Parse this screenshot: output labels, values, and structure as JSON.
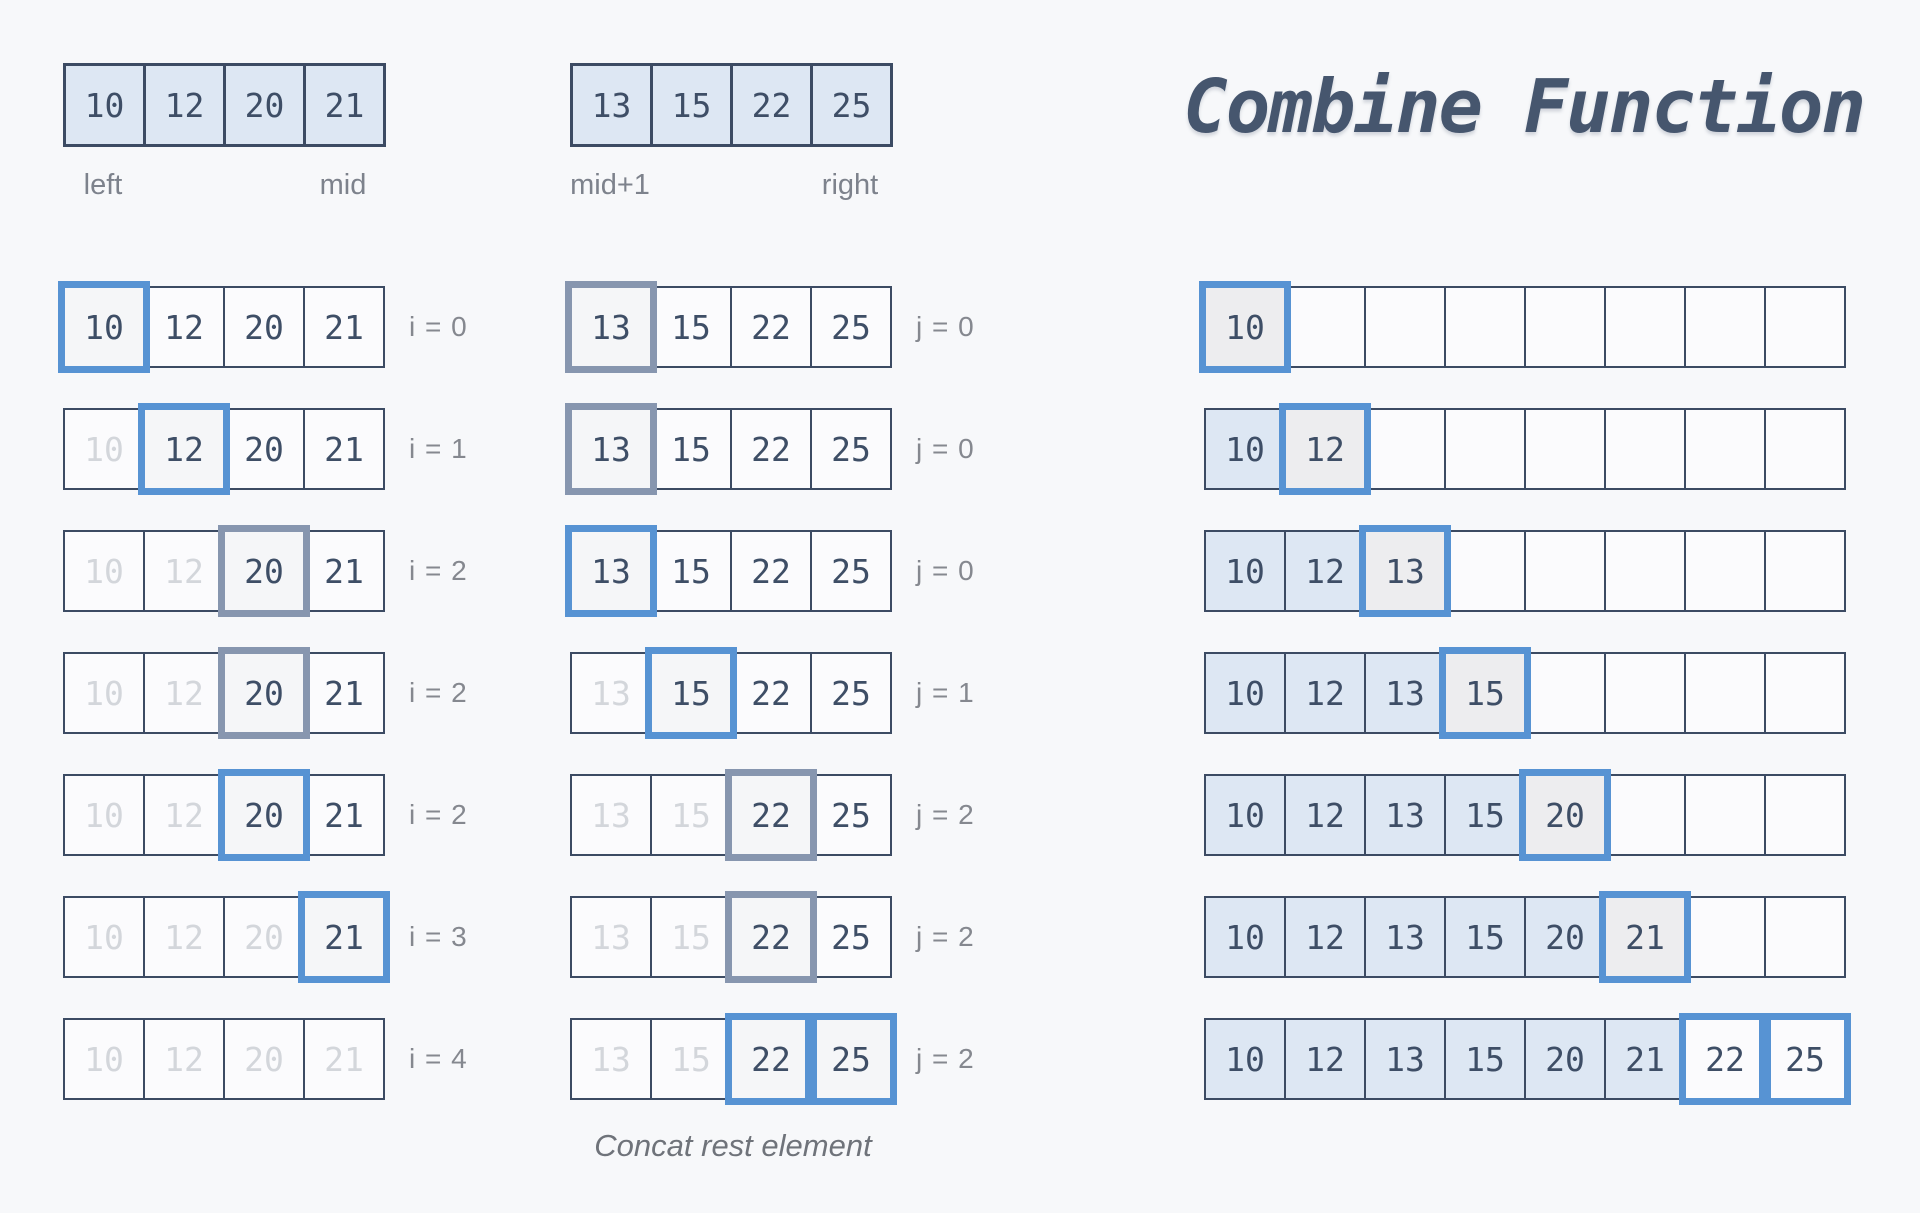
{
  "title": "Combine Function",
  "caption": "Concat rest element",
  "colors": {
    "background": "#f7f8fa",
    "cell_border": "#3c4b63",
    "cell_fill": "#fbfbfd",
    "header_fill": "#dde7f3",
    "number_ink": "#3e4e66",
    "faded_ink": "#d3d6db",
    "label_gray": "#85888f",
    "highlight_blue": "#5793d3",
    "highlight_gray": "#8796af",
    "highlight_fill_source": "#f5f6f8",
    "highlight_fill_taken": "#ededef",
    "highlight_fill_pair": "#fbfbfd",
    "title_ink": "#46566e"
  },
  "headers": {
    "left_array": {
      "values": [
        "10",
        "12",
        "20",
        "21"
      ],
      "start_label": "left",
      "end_label": "mid"
    },
    "right_array": {
      "values": [
        "13",
        "15",
        "22",
        "25"
      ],
      "start_label": "mid+1",
      "end_label": "right"
    }
  },
  "left_column": {
    "values": [
      "10",
      "12",
      "20",
      "21"
    ],
    "rows": [
      {
        "label": "i = 0",
        "faded": 0,
        "hl": [
          {
            "index": 0,
            "type": "blue"
          }
        ]
      },
      {
        "label": "i = 1",
        "faded": 1,
        "hl": [
          {
            "index": 1,
            "type": "blue"
          }
        ]
      },
      {
        "label": "i = 2",
        "faded": 2,
        "hl": [
          {
            "index": 2,
            "type": "gray"
          }
        ]
      },
      {
        "label": "i = 2",
        "faded": 2,
        "hl": [
          {
            "index": 2,
            "type": "gray"
          }
        ]
      },
      {
        "label": "i = 2",
        "faded": 2,
        "hl": [
          {
            "index": 2,
            "type": "blue"
          }
        ]
      },
      {
        "label": "i = 3",
        "faded": 3,
        "hl": [
          {
            "index": 3,
            "type": "blue"
          }
        ]
      },
      {
        "label": "i = 4",
        "faded": 4,
        "hl": []
      }
    ]
  },
  "middle_column": {
    "values": [
      "13",
      "15",
      "22",
      "25"
    ],
    "rows": [
      {
        "label": "j = 0",
        "faded": 0,
        "hl": [
          {
            "index": 0,
            "type": "gray"
          }
        ]
      },
      {
        "label": "j = 0",
        "faded": 0,
        "hl": [
          {
            "index": 0,
            "type": "gray"
          }
        ]
      },
      {
        "label": "j = 0",
        "faded": 0,
        "hl": [
          {
            "index": 0,
            "type": "blue"
          }
        ]
      },
      {
        "label": "j = 1",
        "faded": 1,
        "hl": [
          {
            "index": 1,
            "type": "blue"
          }
        ]
      },
      {
        "label": "j = 2",
        "faded": 2,
        "hl": [
          {
            "index": 2,
            "type": "gray"
          }
        ]
      },
      {
        "label": "j = 2",
        "faded": 2,
        "hl": [
          {
            "index": 2,
            "type": "gray"
          }
        ]
      },
      {
        "label": "j = 2",
        "faded": 2,
        "hl": [
          {
            "index": 2,
            "type": "blue"
          },
          {
            "index": 3,
            "type": "blue"
          }
        ]
      }
    ]
  },
  "right_column": {
    "cells": 8,
    "rows": [
      {
        "values": [
          "10"
        ],
        "hl": [
          0
        ]
      },
      {
        "values": [
          "10",
          "12"
        ],
        "hl": [
          1
        ]
      },
      {
        "values": [
          "10",
          "12",
          "13"
        ],
        "hl": [
          2
        ]
      },
      {
        "values": [
          "10",
          "12",
          "13",
          "15"
        ],
        "hl": [
          3
        ]
      },
      {
        "values": [
          "10",
          "12",
          "13",
          "15",
          "20"
        ],
        "hl": [
          4
        ]
      },
      {
        "values": [
          "10",
          "12",
          "13",
          "15",
          "20",
          "21"
        ],
        "hl": [
          5
        ]
      },
      {
        "values": [
          "10",
          "12",
          "13",
          "15",
          "20",
          "21",
          "22",
          "25"
        ],
        "hl": [
          6,
          7
        ]
      }
    ]
  }
}
